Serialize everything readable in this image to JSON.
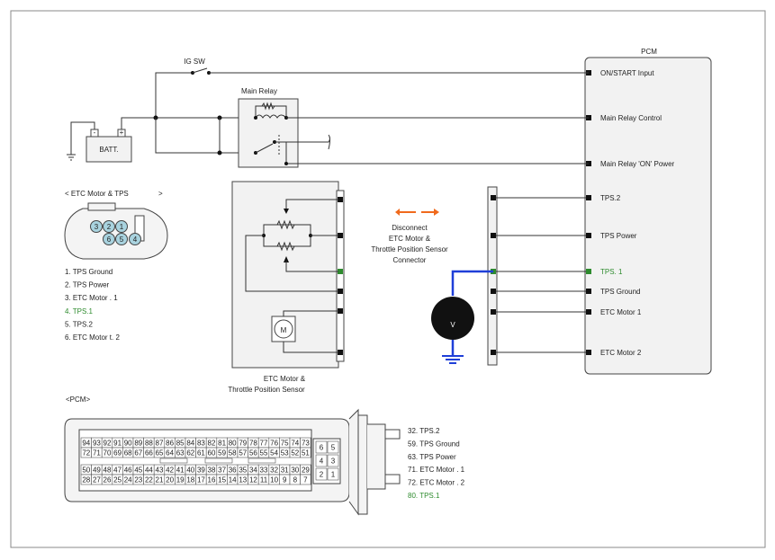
{
  "colors": {
    "green": "#2e8b2e",
    "blue": "#1f3fd8",
    "orange": "#f06a1c",
    "highlight": "#a9d3df"
  },
  "pcm": {
    "title": "PCM",
    "terminals": [
      "ON/START Input",
      "Main Relay Control",
      "Main Relay 'ON' Power",
      "TPS.2",
      "TPS Power",
      "TPS. 1",
      "TPS Ground",
      "ETC Motor 1",
      "ETC Motor 2"
    ]
  },
  "ig_sw": "IG SW",
  "main_relay": "Main Relay",
  "batt": {
    "label": "BATT.",
    "minus": "-",
    "plus": "+"
  },
  "etc_connector": {
    "title": "< ETC Motor & TPS",
    "title_end": ">",
    "pins_top": [
      "3",
      "2",
      "1"
    ],
    "pins_bottom": [
      "6",
      "5",
      "4"
    ],
    "legend": [
      "1. TPS Ground",
      "2.  TPS Power",
      "3. ETC      Motor    . 1",
      "4. TPS.1",
      "5. TPS.2",
      "6. ETC      Motor    t. 2"
    ]
  },
  "sensor_box": {
    "line1": "ETC Motor &",
    "line2": "Throttle Position Sensor",
    "motor": "M"
  },
  "disconnect": [
    "Disconnect",
    "ETC Motor &",
    "Throttle Position Sensor",
    "Connector"
  ],
  "voltmeter": "V",
  "pcm_connector": {
    "title": "<PCM>",
    "row1": [
      "94",
      "93",
      "92",
      "91",
      "90",
      "89",
      "88",
      "87",
      "86",
      "85",
      "84",
      "83",
      "82",
      "81",
      "80",
      "79",
      "78",
      "77",
      "76",
      "75",
      "74",
      "73"
    ],
    "row2": [
      "72",
      "71",
      "70",
      "69",
      "68",
      "67",
      "66",
      "65",
      "64",
      "63",
      "62",
      "61",
      "60",
      "59",
      "58",
      "57",
      "56",
      "55",
      "54",
      "53",
      "52",
      "51"
    ],
    "row3": [
      "50",
      "49",
      "48",
      "47",
      "46",
      "45",
      "44",
      "43",
      "42",
      "41",
      "40",
      "39",
      "38",
      "37",
      "36",
      "35",
      "34",
      "33",
      "32",
      "31",
      "30",
      "29"
    ],
    "row4": [
      "28",
      "27",
      "26",
      "25",
      "24",
      "23",
      "22",
      "21",
      "20",
      "19",
      "18",
      "17",
      "16",
      "15",
      "14",
      "13",
      "12",
      "11",
      "10",
      "9",
      "8",
      "7"
    ],
    "highlighted": [
      "80",
      "72",
      "71",
      "63",
      "59",
      "32"
    ],
    "small": [
      "6",
      "5",
      "4",
      "3",
      "2",
      "1"
    ],
    "legend": [
      "32. TPS.2",
      "59. TPS Ground",
      "63.    TPS Power",
      "71. ETC       Motor    . 1",
      "72. ETC       Motor    . 2",
      "80. TPS.1"
    ]
  }
}
